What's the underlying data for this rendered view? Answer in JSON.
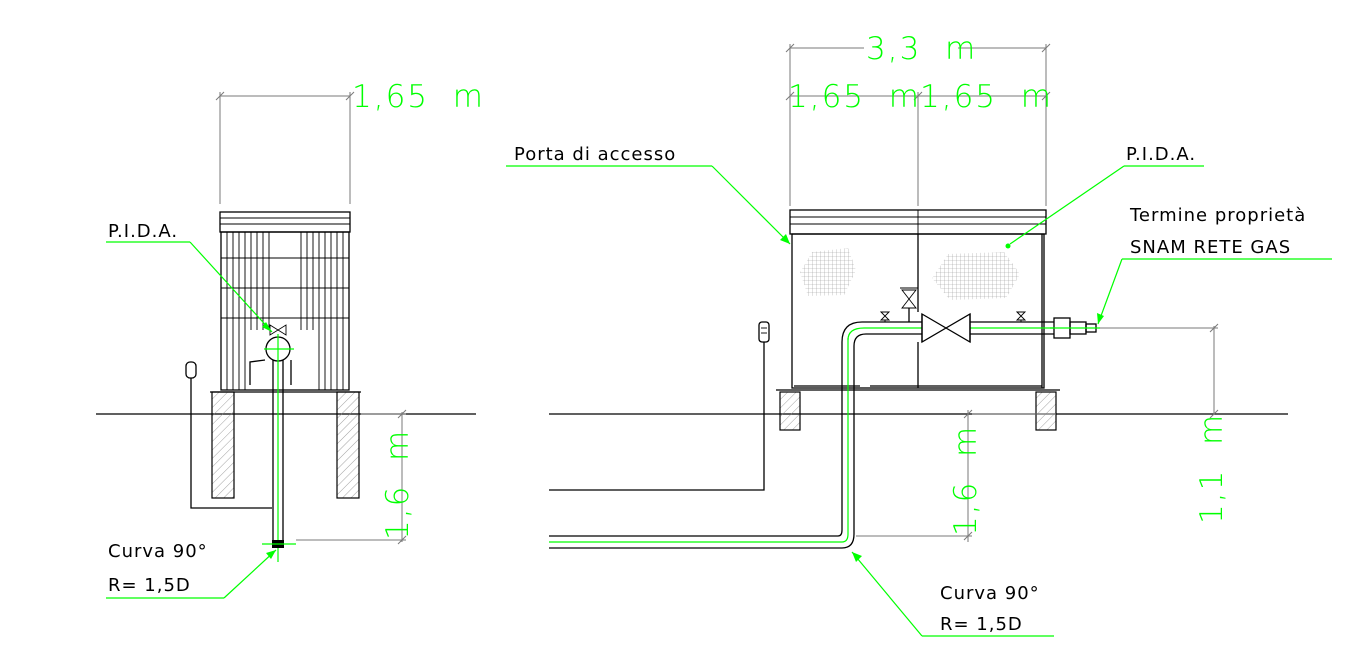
{
  "left_view": {
    "width_dimension": "1,65  m",
    "depth_dimension": "1,6  m",
    "pida_label": "P.I.D.A.",
    "curve_label_1": "Curva 90°",
    "curve_label_2": "R= 1,5D"
  },
  "right_view": {
    "total_width_dimension": "3,3  m",
    "left_bay_dimension": "1,65  m",
    "right_bay_dimension": "1,65  m",
    "door_label": "Porta di accesso",
    "pida_label": "P.I.D.A.",
    "ownership_label_1": "Termine proprietà",
    "ownership_label_2": "SNAM RETE GAS",
    "depth_dimension": "1,6  m",
    "height_dimension": "1,1  m",
    "curve_label_1": "Curva 90°",
    "curve_label_2": "R= 1,5D"
  },
  "colors": {
    "dimension": "#00ff00",
    "lines": "#000000",
    "hatch": "#7a7a7a"
  }
}
